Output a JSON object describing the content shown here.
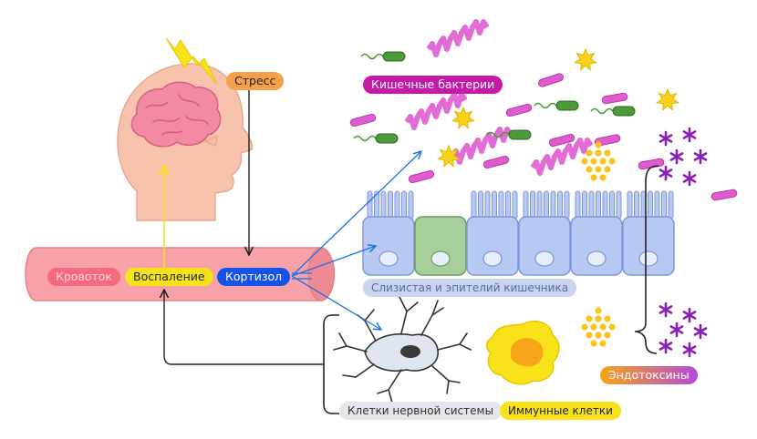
{
  "labels": {
    "stress": "Стресс",
    "gut_bacteria": "Кишечные бактерии",
    "bloodstream": "Кровоток",
    "inflammation": "Воспаление",
    "cortisol": "Кортизол",
    "mucosa": "Слизистая и эпителий кишечника",
    "endotoxins": "Эндотоксины",
    "nerve_cells": "Клетки нервной системы",
    "immune_cells": "Иммунные клетки"
  },
  "colors": {
    "head": "#f7c3ad",
    "brain": "#f28aa3",
    "bolt": "#f8e21a",
    "vessel": "#f6a2a8",
    "stress_pill": "#f6a04a",
    "bacteria_pill": "#c51aa8",
    "bloodstream_pill": "#f56a7d",
    "inflammation_pill": "#f8e21a",
    "cortisol_pill": "#1552e8",
    "mucosa_pill": "#c9d4f1",
    "epithelium": "#b7c8f3",
    "goblet_cell": "#a6cf9b",
    "nerve_cell": "#dfe6ef",
    "immune_cell": "#f8e21a",
    "endotoxin_dots": "#f8c61a",
    "endotoxin_star": "#8a1fb8",
    "arrow_blue": "#1a73e8",
    "arrow_yellow": "#f8e21a",
    "bacteria_pink": "#e05bd0",
    "bacteria_green": "#4c9a3a",
    "star_yellow": "#f8d21a"
  }
}
